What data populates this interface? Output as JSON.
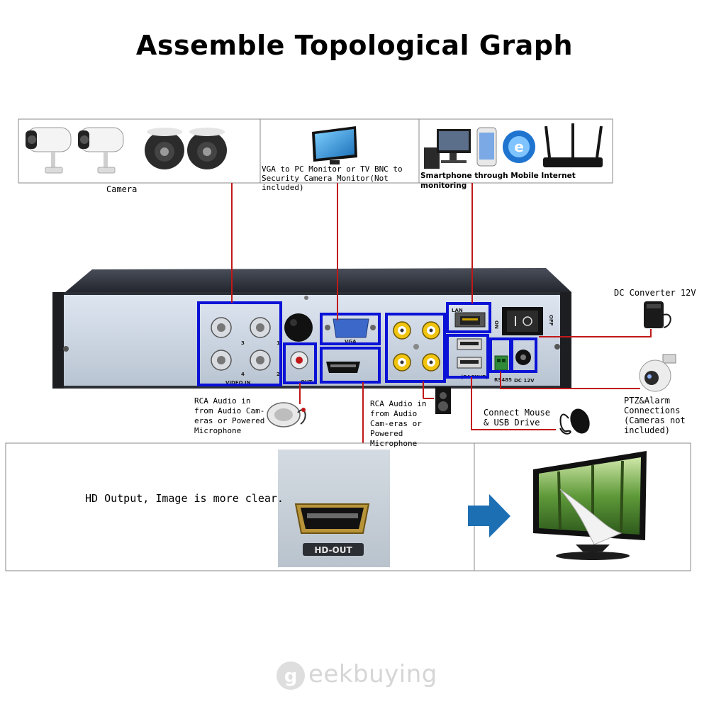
{
  "title": "Assemble Topological Graph",
  "top_panel": {
    "camera_label": "Camera",
    "monitor_label": "VGA to PC Monitor or TV BNC to Security Camera Monitor(Not included)",
    "internet_label": "Smartphone through Mobile Internet monitoring"
  },
  "dvr_panel_labels": {
    "video_in": "VIDEO IN",
    "vga": "VGA",
    "lan": "LAN",
    "dc12v": "DC 12V",
    "rs485": "RS485",
    "on": "ON",
    "off": "OFF",
    "out": "OUT",
    "backup": "(BACKUP)",
    "port_numbers": [
      "3",
      "1",
      "4",
      "2"
    ]
  },
  "callouts": {
    "dc_converter": "DC Converter 12V",
    "ptz": "PTZ&Alarm Connections (Cameras not included)",
    "mouse": "Connect Mouse & USB Drive",
    "rca_left": "RCA Audio in from Audio Cam-eras or Powered Microphone",
    "rca_right": "RCA Audio in from Audio Cam-eras or Powered Microphone"
  },
  "bottom_panel": {
    "hd_text": "HD Output, Image is more clear.",
    "hd_out_label": "HD-OUT"
  },
  "watermark": "eekbuying",
  "colors": {
    "highlight": "#0a12d6",
    "connector": "#c01818",
    "arrow": "#1d6fb3"
  }
}
